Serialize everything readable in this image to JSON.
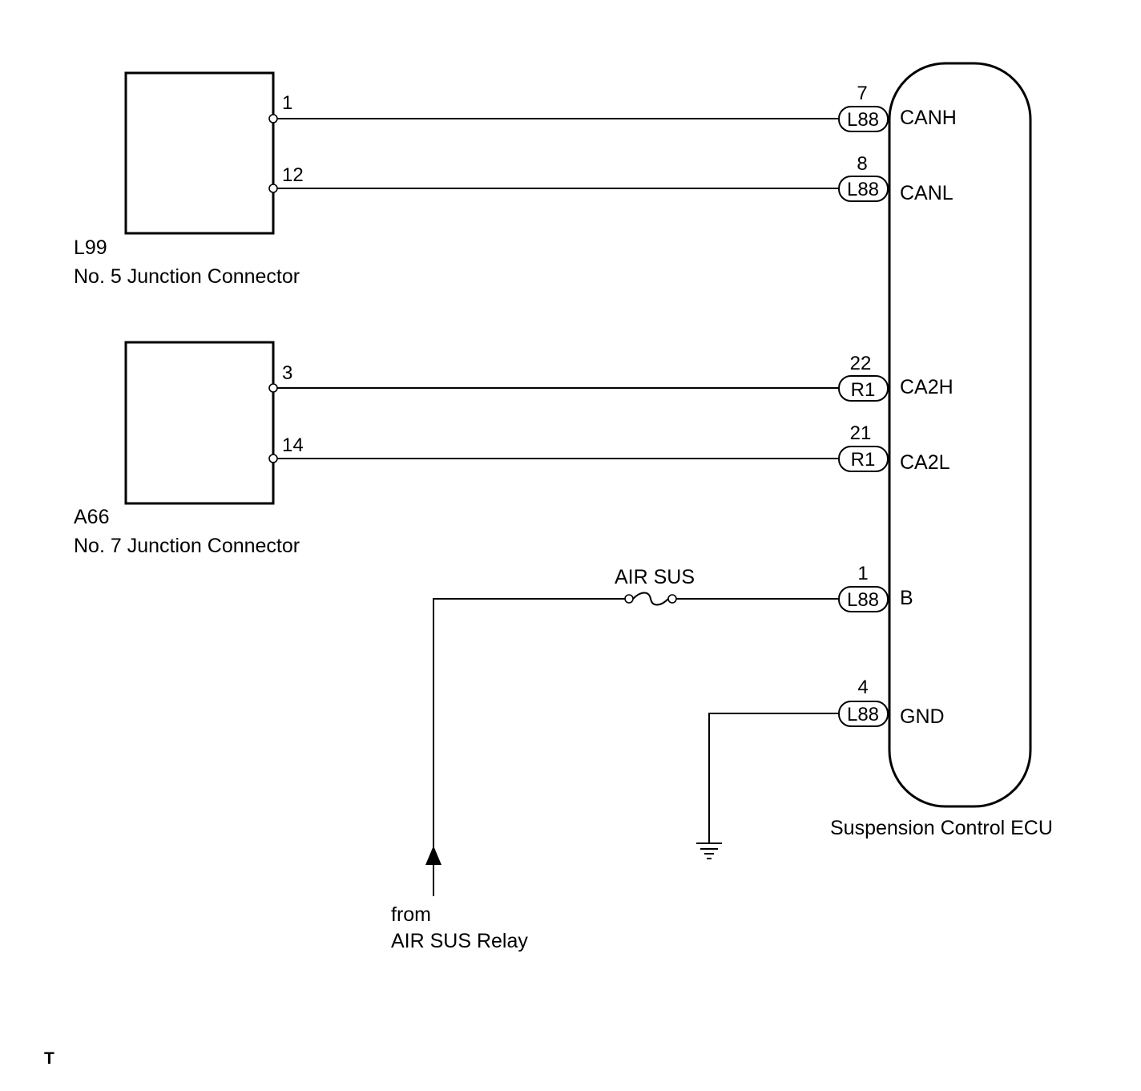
{
  "jc5": {
    "code": "L99",
    "name": "No. 5 Junction Connector",
    "pin1": "1",
    "pin2": "12"
  },
  "jc7": {
    "code": "A66",
    "name": "No. 7 Junction Connector",
    "pin1": "3",
    "pin2": "14"
  },
  "ecu": {
    "name": "Suspension Control ECU",
    "pins": [
      {
        "number": "7",
        "connector": "L88",
        "signal": "CANH"
      },
      {
        "number": "8",
        "connector": "L88",
        "signal": "CANL"
      },
      {
        "number": "22",
        "connector": "R1",
        "signal": "CA2H"
      },
      {
        "number": "21",
        "connector": "R1",
        "signal": "CA2L"
      },
      {
        "number": "1",
        "connector": "L88",
        "signal": "B"
      },
      {
        "number": "4",
        "connector": "L88",
        "signal": "GND"
      }
    ]
  },
  "fuse": {
    "label": "AIR SUS"
  },
  "source": {
    "line1": "from",
    "line2": "AIR SUS Relay"
  },
  "footer": {
    "mark": "T"
  },
  "colors": {
    "line": "#000000",
    "background": "#ffffff"
  }
}
